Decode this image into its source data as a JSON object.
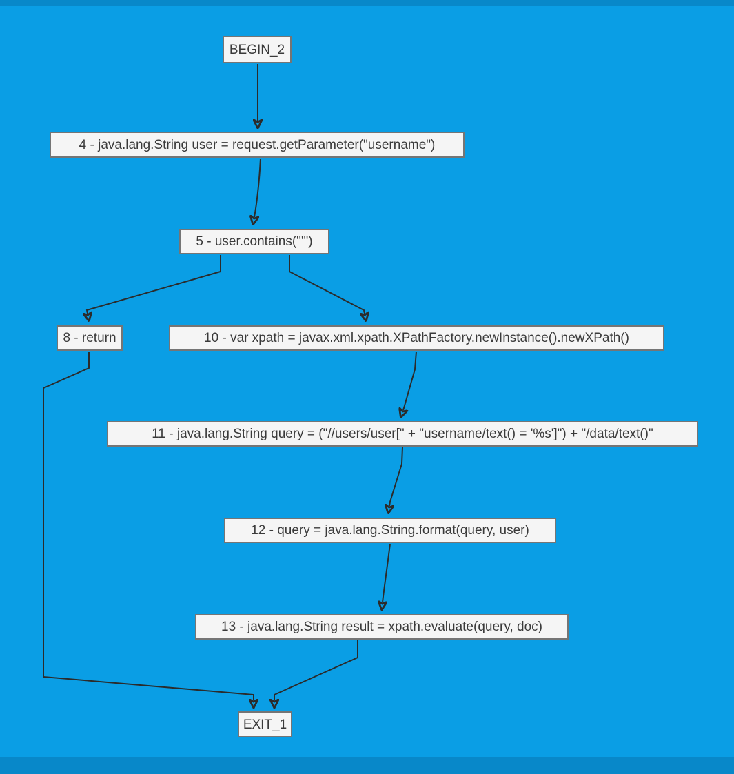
{
  "diagram": {
    "type": "control-flow-graph",
    "background_color": "#0A9EE5",
    "band_color": "#0888C9",
    "node_fill": "#F5F5F5",
    "node_border_color": "#757575",
    "edge_color": "#2B2B2B",
    "text_color": "#3A3A3A",
    "nodes": [
      {
        "id": "BEGIN_2",
        "label": "BEGIN_2"
      },
      {
        "id": "4",
        "label": "4 - java.lang.String user = request.getParameter(\"username\")"
      },
      {
        "id": "5",
        "label": "5 - user.contains(\"'\")"
      },
      {
        "id": "8",
        "label": "8 - return"
      },
      {
        "id": "10",
        "label": "10 - var xpath = javax.xml.xpath.XPathFactory.newInstance().newXPath()"
      },
      {
        "id": "11",
        "label": "11 - java.lang.String query = (\"//users/user[\" + \"username/text() = '%s']\") + \"/data/text()\""
      },
      {
        "id": "12",
        "label": "12 - query = java.lang.String.format(query, user)"
      },
      {
        "id": "13",
        "label": "13 - java.lang.String result = xpath.evaluate(query, doc)"
      },
      {
        "id": "EXIT_1",
        "label": "EXIT_1"
      }
    ],
    "edges": [
      {
        "from": "BEGIN_2",
        "to": "4"
      },
      {
        "from": "4",
        "to": "5"
      },
      {
        "from": "5",
        "to": "8"
      },
      {
        "from": "5",
        "to": "10"
      },
      {
        "from": "8",
        "to": "EXIT_1"
      },
      {
        "from": "10",
        "to": "11"
      },
      {
        "from": "11",
        "to": "12"
      },
      {
        "from": "12",
        "to": "13"
      },
      {
        "from": "13",
        "to": "EXIT_1"
      }
    ]
  }
}
